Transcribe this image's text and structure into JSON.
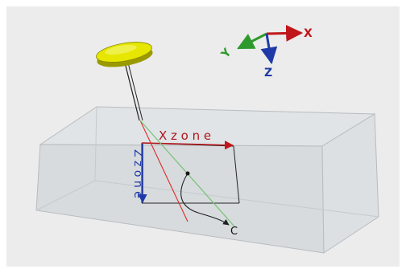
{
  "axes": {
    "x_label": "X",
    "y_label": "Y",
    "z_label": "Z",
    "x_color": "#c0161b",
    "y_color": "#2e9a2e",
    "z_color": "#1f3aa8"
  },
  "zone": {
    "x_label": "X z o n e",
    "z_label": "Z z o n e",
    "x_color": "#b0161c",
    "z_color": "#1f3aa8"
  },
  "point_label": "C",
  "colors": {
    "background": "#ececec",
    "box_fill": "#d9dde0",
    "box_edge": "#b8bcc0",
    "disc": "#e0e000",
    "disc_edge": "#8a8a00",
    "red_line": "#e02a2a",
    "green_line": "#7ac47a",
    "black_line": "#222222"
  }
}
